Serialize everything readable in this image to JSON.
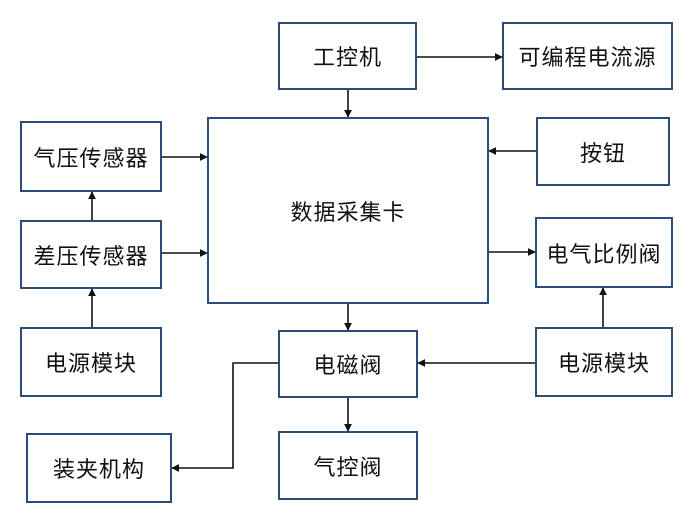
{
  "diagram": {
    "nodes": {
      "ipc": "工控机",
      "power_supply": "可编程电流源",
      "air_pressure_sensor": "气压传感器",
      "button": "按钮",
      "daq": "数据采集卡",
      "diff_pressure_sensor": "差压传感器",
      "proportional_valve": "电气比例阀",
      "power_module_left": "电源模块",
      "solenoid_valve": "电磁阀",
      "power_module_right": "电源模块",
      "clamp": "装夹机构",
      "air_valve": "气控阀"
    },
    "colors": {
      "border": "#2c4d7a",
      "arrow": "#111111"
    }
  }
}
